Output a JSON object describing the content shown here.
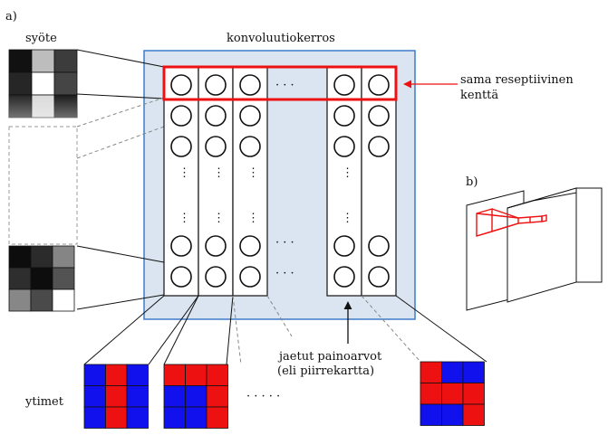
{
  "labels": {
    "part_a": "a)",
    "part_b": "b)",
    "input": "syöte",
    "conv_layer": "konvoluutiokerros",
    "receptive_field_line1": "sama reseptiivinen",
    "receptive_field_line2": "kenttä",
    "shared_weights_line1": "jaetut painoarvot",
    "shared_weights_line2": "(eli piirrekartta)",
    "kernels": "ytimet",
    "vdots": "⋮",
    "hdots3": "·   ·   ·",
    "hdots5": "·   ·   ·   ·   ·"
  },
  "colors": {
    "layer_fill": "#dbe5f1",
    "layer_stroke": "#3d7cc9",
    "highlight": "#ee1111",
    "kernel_red": "#ee1111",
    "kernel_blue": "#1111ee",
    "ink": "#111111"
  },
  "input_top_grid": [
    [
      "#111111",
      "#bdbdbd",
      "#3c3c3c"
    ],
    [
      "#262626",
      "#ffffff",
      "#454545"
    ],
    [
      "#262626",
      "#dadada",
      "#1c1c1c"
    ]
  ],
  "input_bottom_grid": [
    [
      "#0d0d0d",
      "#2b2b2b",
      "#858585"
    ],
    [
      "#2e2e2e",
      "#0d0d0d",
      "#535353"
    ],
    [
      "#878787",
      "#4a4a4a",
      "#ffffff"
    ]
  ],
  "kernel_grids": [
    [
      [
        "B",
        "R",
        "B"
      ],
      [
        "B",
        "R",
        "B"
      ],
      [
        "B",
        "R",
        "B"
      ]
    ],
    [
      [
        "R",
        "R",
        "R"
      ],
      [
        "B",
        "B",
        "R"
      ],
      [
        "B",
        "B",
        "R"
      ]
    ],
    [
      [
        "R",
        "B",
        "B"
      ],
      [
        "R",
        "R",
        "R"
      ],
      [
        "B",
        "B",
        "R"
      ]
    ]
  ]
}
